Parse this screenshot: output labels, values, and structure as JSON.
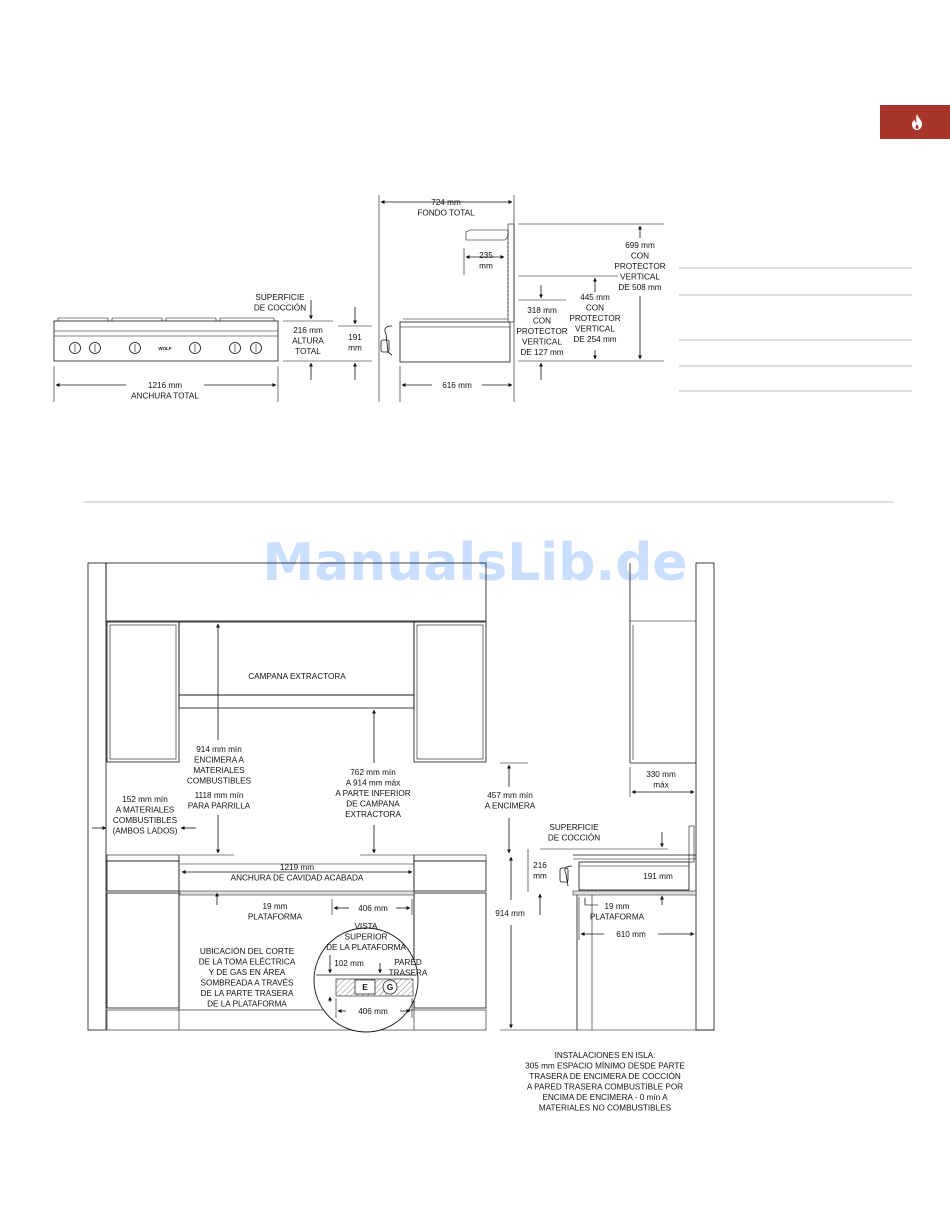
{
  "tab": {
    "color": "#a8352b",
    "icon": "flame-icon"
  },
  "watermark": "ManualsLib.de",
  "top_diagram": {
    "overall_width": "1216 mm|ANCHURA TOTAL",
    "cooking_surface": "SUPERFICIE|DE COCCIÓN",
    "overall_height": "216 mm|ALTURA|TOTAL",
    "height_191": "191|mm",
    "overall_depth": "724 mm|FONDO TOTAL",
    "dim_235": "235|mm",
    "dim_616": "616 mm",
    "riser_127": "318 mm|CON|PROTECTOR|VERTICAL|DE 127 mm",
    "riser_254": "445 mm|CON|PROTECTOR|VERTICAL|DE 254 mm",
    "riser_508": "699 mm|CON|PROTECTOR|VERTICAL|DE 508 mm",
    "logo": "WOLF"
  },
  "bottom_diagram": {
    "hood": "CAMPANA EXTRACTORA",
    "combustible_914": "914 mm mín|ENCIMERA A|MATERIALES|COMBUSTIBLES",
    "grill_1118": "1118 mm mín|PARA PARRILLA",
    "hood_bottom": "762 mm mín|A 914 mm máx|A PARTE INFERIOR|DE CAMPANA|EXTRACTORA",
    "sides_152": "152 mm mín|A MATERIALES|COMBUSTIBLES|(AMBOS LADOS)",
    "cavity_width": "1219 mm|ANCHURA DE CAVIDAD ACABADA",
    "platform_19": "19 mm|PLATAFORMA",
    "dim_406_top": "406 mm",
    "top_view": "VISTA|SUPERIOR|DE LA PLATAFORMA",
    "dim_102": "102 mm",
    "rear_wall": "PARED|TRASERA",
    "outlet_e": "E",
    "outlet_g": "G",
    "dim_406_bottom": "406 mm",
    "cutout_location": "UBICACIÓN DEL CORTE|DE LA TOMA ELÉCTRICA|Y DE GAS EN ÁREA|SOMBREADA A TRAVÉS|DE LA PARTE TRASERA|DE LA PLATAFORMA",
    "counter_457": "457 mm mín|A  ENCIMERA",
    "cabinet_330": "330 mm|máx",
    "side_cooking_surface": "SUPERFICIE|DE COCCIÓN",
    "side_216": "216|mm",
    "side_191": "191 mm",
    "side_platform_19": "19 mm|PLATAFORMA",
    "side_914": "914 mm",
    "side_610": "610 mm",
    "island_note": "INSTALACIONES EN ISLA:|305 mm ESPACIO MÍNIMO DESDE PARTE|TRASERA DE ENCIMERA DE COCCIÓN|A PARED TRASERA COMBUSTIBLE POR|ENCIMA DE ENCIMERA - 0 mín A|MATERIALES NO COMBUSTIBLES"
  }
}
